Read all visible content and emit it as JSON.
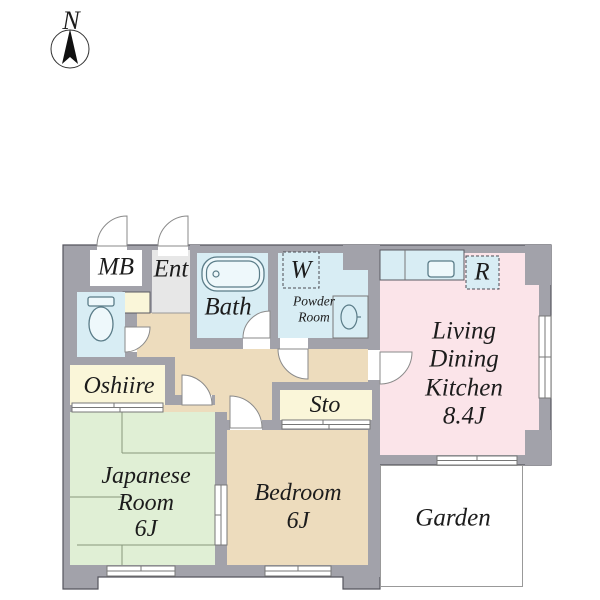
{
  "compass": {
    "north_label": "N"
  },
  "rooms": {
    "meter_box": "MB",
    "entrance": "Ent",
    "bath": "Bath",
    "washing_machine": "W",
    "powder_room": [
      "Powder",
      "Room"
    ],
    "refrigerator": "R",
    "ldk": [
      "Living",
      "Dining",
      "Kitchen",
      "8.4J"
    ],
    "closet": "Oshiire",
    "storage": "Sto",
    "japanese_room": [
      "Japanese",
      "Room",
      "6J"
    ],
    "bedroom": [
      "Bedroom",
      "6J"
    ],
    "garden": "Garden"
  },
  "colors": {
    "wall": "#a2a2aa",
    "water_blue": "#d8edf4",
    "ldk_pink": "#fbe4e9",
    "tatami_green": "#e0efd5",
    "wood_tan": "#eddcbd",
    "closet_cream": "#faf6d9",
    "entrance_gray": "#e7e7e7"
  }
}
